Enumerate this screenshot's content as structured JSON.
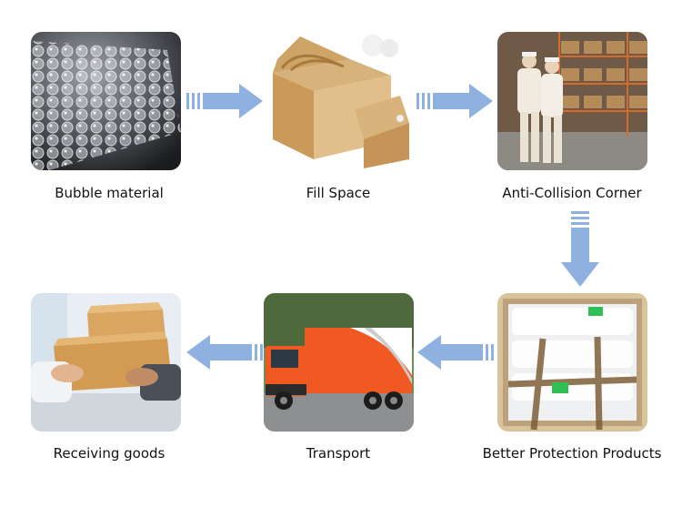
{
  "steps": [
    {
      "label": "Bubble material",
      "icon": "bubble-wrap-photo"
    },
    {
      "label": "Fill Space",
      "icon": "cardboard-box-photo"
    },
    {
      "label": "Anti-Collision Corner",
      "icon": "warehouse-workers-photo"
    },
    {
      "label": "Better Protection Products",
      "icon": "packed-crate-photo"
    },
    {
      "label": "Transport",
      "icon": "delivery-truck-photo"
    },
    {
      "label": "Receiving goods",
      "icon": "package-handover-photo"
    }
  ],
  "colors": {
    "arrow": "#8fb1e0",
    "text": "#111111"
  }
}
